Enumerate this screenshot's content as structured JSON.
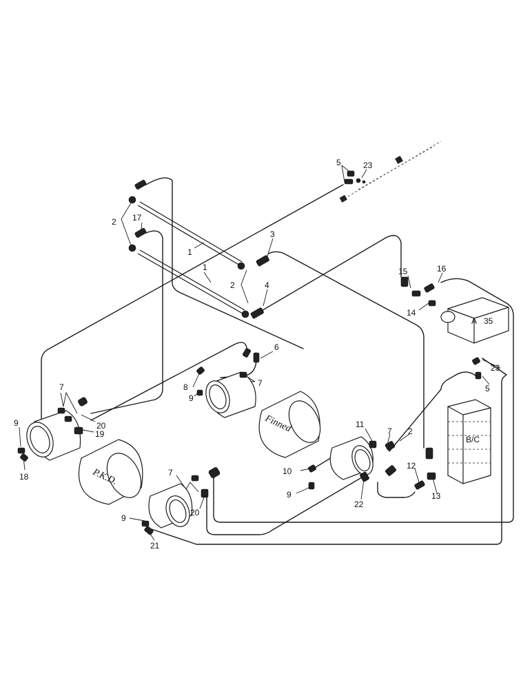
{
  "callouts": [
    {
      "id": "c5a",
      "text": "5"
    },
    {
      "id": "c23a",
      "text": "23"
    },
    {
      "id": "c2a",
      "text": "2"
    },
    {
      "id": "c17",
      "text": "17"
    },
    {
      "id": "c1a",
      "text": "1"
    },
    {
      "id": "c1b",
      "text": "1"
    },
    {
      "id": "c3",
      "text": "3"
    },
    {
      "id": "c2b",
      "text": "2"
    },
    {
      "id": "c4",
      "text": "4"
    },
    {
      "id": "c15",
      "text": "15"
    },
    {
      "id": "c16",
      "text": "16"
    },
    {
      "id": "c14",
      "text": "14"
    },
    {
      "id": "c6",
      "text": "6"
    },
    {
      "id": "c7a",
      "text": "7"
    },
    {
      "id": "c8",
      "text": "8"
    },
    {
      "id": "c9a",
      "text": "9"
    },
    {
      "id": "c7b",
      "text": "7"
    },
    {
      "id": "c20a",
      "text": "20"
    },
    {
      "id": "c19",
      "text": "19"
    },
    {
      "id": "c9b",
      "text": "9"
    },
    {
      "id": "c18",
      "text": "18"
    },
    {
      "id": "c23b",
      "text": "23"
    },
    {
      "id": "c5b",
      "text": "5"
    },
    {
      "id": "c11",
      "text": "11"
    },
    {
      "id": "c7c",
      "text": "7"
    },
    {
      "id": "c2c",
      "text": "2"
    },
    {
      "id": "c10",
      "text": "10"
    },
    {
      "id": "c9c",
      "text": "9"
    },
    {
      "id": "c22",
      "text": "22"
    },
    {
      "id": "c12",
      "text": "12"
    },
    {
      "id": "c13",
      "text": "13"
    },
    {
      "id": "c7d",
      "text": "7"
    },
    {
      "id": "c20b",
      "text": "20"
    },
    {
      "id": "c9d",
      "text": "9"
    },
    {
      "id": "c21",
      "text": "21"
    }
  ],
  "components": {
    "pkd_label": "P.K.D.",
    "finned_label": "Finned",
    "bc_label": "B/C",
    "valve_label_a": "A",
    "valve_label_35": "35"
  }
}
